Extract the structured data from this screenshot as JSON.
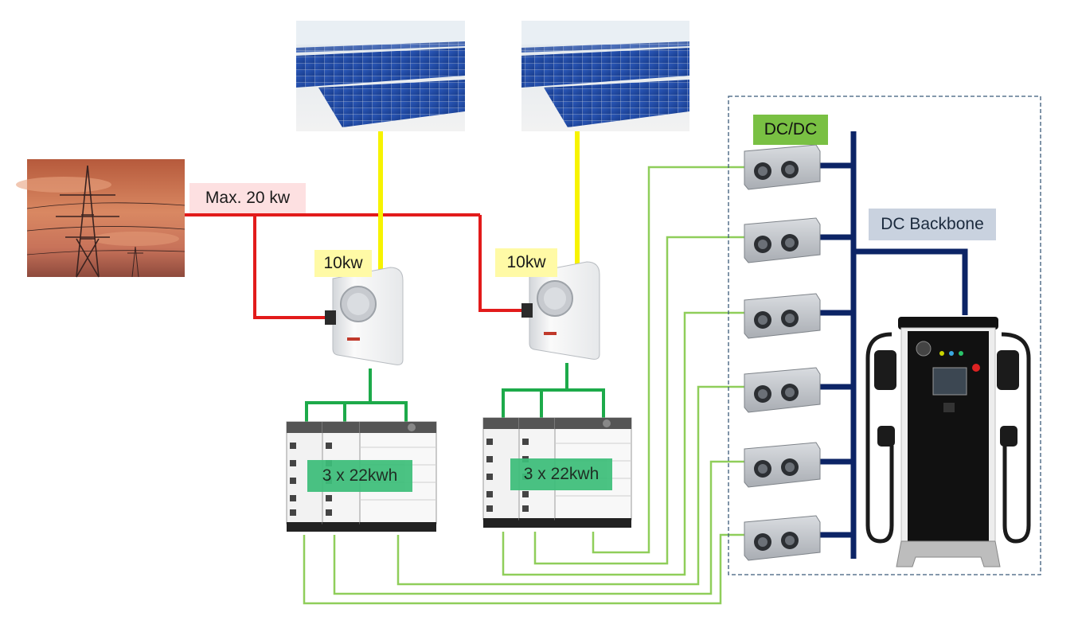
{
  "labels": {
    "grid_limit": "Max. 20 kw",
    "inverter_1_power": "10kw",
    "inverter_2_power": "10kw",
    "battery_1": "3 x 22kwh",
    "battery_2": "3 x 22kwh",
    "dcdc": "DC/DC",
    "backbone": "DC Backbone"
  },
  "icons": {
    "grid": "power-pylon-icon",
    "solar": "solar-panel-icon",
    "inverter": "inverter-icon",
    "battery": "battery-stack-icon",
    "converter": "dc-dc-converter-icon",
    "charger": "ev-charger-icon"
  },
  "colors": {
    "grid_line": "#e21b1b",
    "solar_line": "#f7f300",
    "battery_link": "#1daa4a",
    "dc_link": "#8fce5a",
    "backbone": "#0c2466"
  }
}
